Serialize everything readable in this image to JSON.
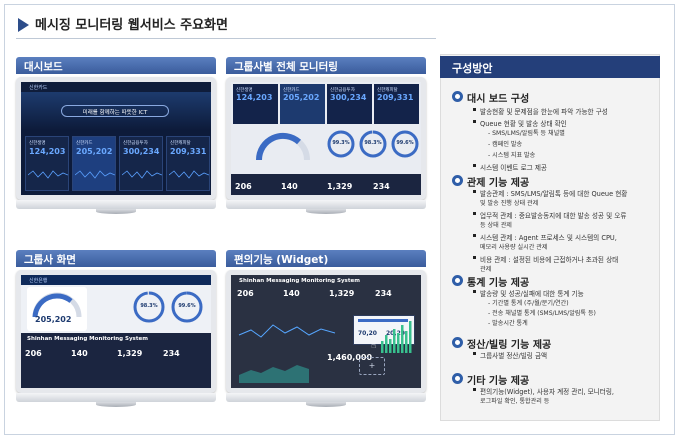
{
  "page": {
    "title": "메시징 모니터링 웹서비스 주요화면"
  },
  "screens": {
    "dashboard": {
      "label": "대시보드",
      "brand": "신한카드",
      "hero": "미래를 함께하는 따뜻한 ICT",
      "metrics": [
        {
          "label": "신한생명",
          "value": "124,203"
        },
        {
          "label": "신한카드",
          "value": "205,202"
        },
        {
          "label": "신한금융투자",
          "value": "300,234"
        },
        {
          "label": "신한캐피탈",
          "value": "209,331"
        }
      ]
    },
    "group_monitor": {
      "label": "그룹사별 전체 모니터링",
      "metrics": [
        {
          "label": "신한생명",
          "value": "124,203"
        },
        {
          "label": "신한카드",
          "value": "205,202"
        },
        {
          "label": "신한금융투자",
          "value": "300,234"
        },
        {
          "label": "신한캐피탈",
          "value": "209,331"
        }
      ],
      "gauges": [
        {
          "value": "99.3%",
          "pct": 99.3
        },
        {
          "value": "98.3%",
          "pct": 98.3
        },
        {
          "value": "99.6%",
          "pct": 99.6
        }
      ],
      "stats": [
        "206",
        "140",
        "1,329",
        "234"
      ]
    },
    "company": {
      "label": "그룹사 화면",
      "brand": "신한은행",
      "big": "205,202",
      "gauges": [
        {
          "value": "98.3%",
          "pct": 98.3
        },
        {
          "value": "99.6%",
          "pct": 99.6
        }
      ],
      "banner": "Shinhan Messaging Monitoring System",
      "stats": [
        "206",
        "140",
        "1,329",
        "234"
      ]
    },
    "widget": {
      "label": "편의기능 (Widget)",
      "banner": "Shinhan Messaging Monitoring System",
      "stats": [
        "206",
        "140",
        "1,329",
        "234"
      ],
      "mini": [
        "70,20",
        "20,20"
      ],
      "big": "1,460,000"
    }
  },
  "plan": {
    "title": "구성방안",
    "sections": [
      {
        "heading": "대시 보드 구성",
        "items": [
          "발송현황 및 문제점을 한눈에 파악 가능한 구성",
          "Queue 현황 및 발송 상태 확인",
          "시스템 이벤트 로그 제공"
        ],
        "subs": [
          "- SMS/LMS/알림톡 등 채널별",
          "- 캠페인 발송",
          "- 시스템 지표 발송"
        ]
      },
      {
        "heading": "관제 기능 제공",
        "items": [
          "발송관제 : SMS/LMS/알림톡 등에 대한 Queue 현황",
          "및 발송 진행 상태 관제",
          "업무적 관제 : 중요발송동지에 대한 발송 성공 및 오류",
          "등 상태 관제",
          "시스템 관제 : Agent 프로세스 및 시스템의 CPU,",
          "메모리 사용량 실시간 관제",
          "비용 관제 : 설정된 비용에 근접하거나 초과된 상태",
          "관제"
        ]
      },
      {
        "heading": "통계 기능 제공",
        "items": [
          "발송량 및 성공/실패에 대한 통계 기능"
        ],
        "subs": [
          "- 기간별 통계 (주/월/분기/연간)",
          "- 전송 채널별 통계 (SMS/LMS/알림톡 등)",
          "- 발송시간 통계"
        ]
      },
      {
        "heading": "정산/빌링 기능 제공",
        "items": [
          "그룹사별 정산/빌링 금액"
        ]
      },
      {
        "heading": "기타 기능 제공",
        "items": [
          "편의기능(Widget), 사용자 계정 관리, 모니터링,",
          "로그파일 확인, 통합관리 등"
        ]
      }
    ]
  }
}
